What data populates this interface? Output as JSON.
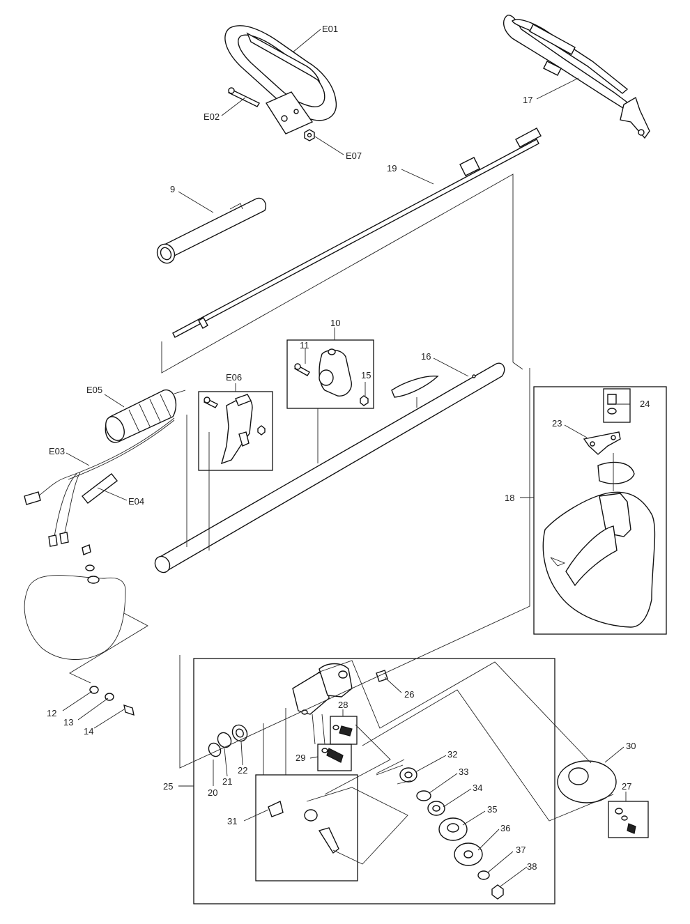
{
  "labels": {
    "E01": "E01",
    "E02": "E02",
    "E07": "E07",
    "p17": "17",
    "p19": "19",
    "p9": "9",
    "p10": "10",
    "p11": "11",
    "p15": "15",
    "p16": "16",
    "E06": "E06",
    "E05": "E05",
    "E03": "E03",
    "E04": "E04",
    "p24": "24",
    "p23": "23",
    "p18": "18",
    "p12": "12",
    "p13": "13",
    "p14": "14",
    "p26": "26",
    "p28": "28",
    "p29": "29",
    "p25": "25",
    "p20": "20",
    "p21": "21",
    "p22": "22",
    "p32": "32",
    "p33": "33",
    "p34": "34",
    "p35": "35",
    "p36": "36",
    "p37": "37",
    "p38": "38",
    "p30": "30",
    "p27": "27",
    "p31": "31"
  }
}
